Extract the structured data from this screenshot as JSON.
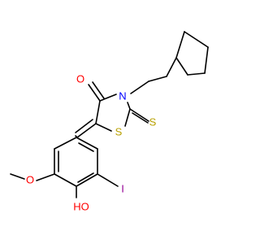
{
  "figure": {
    "labels": {
      "carbonyl_o": "O",
      "ring_n": "N",
      "ring_s": "S",
      "thione_s": "S",
      "iodo": "I",
      "hydroxyl": "HO",
      "methoxy_o": "O"
    },
    "colors": {
      "oxygen": "#ff0000",
      "nitrogen": "#0000ff",
      "sulfur": "#b8a000",
      "iodine": "#940094",
      "bond": "#000000"
    }
  }
}
